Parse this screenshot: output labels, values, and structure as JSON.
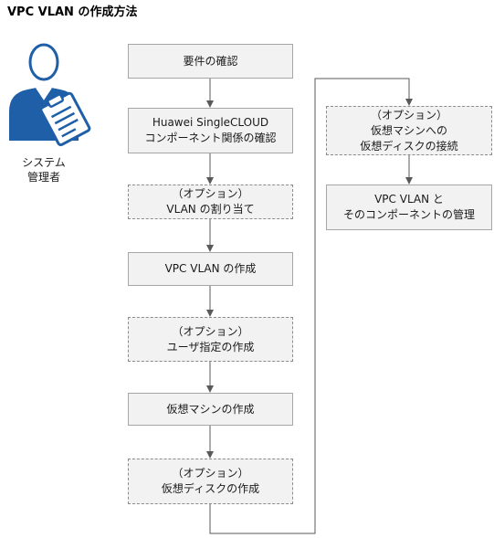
{
  "title": "VPC VLAN の作成方法",
  "actor": {
    "line1": "システム",
    "line2": "管理者",
    "icon": "system-admin-icon"
  },
  "steps": [
    {
      "id": "requirements",
      "optional": false,
      "lines": [
        "要件の確認"
      ]
    },
    {
      "id": "component-relations",
      "optional": false,
      "lines": [
        "Huawei SingleCLOUD",
        "コンポーネント関係の確認"
      ]
    },
    {
      "id": "assign-vlan",
      "optional": true,
      "lines": [
        "（オプション）",
        "VLAN の割り当て"
      ]
    },
    {
      "id": "create-vpc-vlan",
      "optional": false,
      "lines": [
        "VPC VLAN の作成"
      ]
    },
    {
      "id": "create-user-spec",
      "optional": true,
      "lines": [
        "（オプション）",
        "ユーザ指定の作成"
      ]
    },
    {
      "id": "create-vm",
      "optional": false,
      "lines": [
        "仮想マシンの作成"
      ]
    },
    {
      "id": "create-disk",
      "optional": true,
      "lines": [
        "（オプション）",
        "仮想ディスクの作成"
      ]
    },
    {
      "id": "attach-disk",
      "optional": true,
      "lines": [
        "（オプション）",
        "仮想マシンへの",
        "仮想ディスクの接続"
      ]
    },
    {
      "id": "manage",
      "optional": false,
      "lines": [
        "VPC VLAN と",
        "そのコンポーネントの管理"
      ]
    }
  ]
}
